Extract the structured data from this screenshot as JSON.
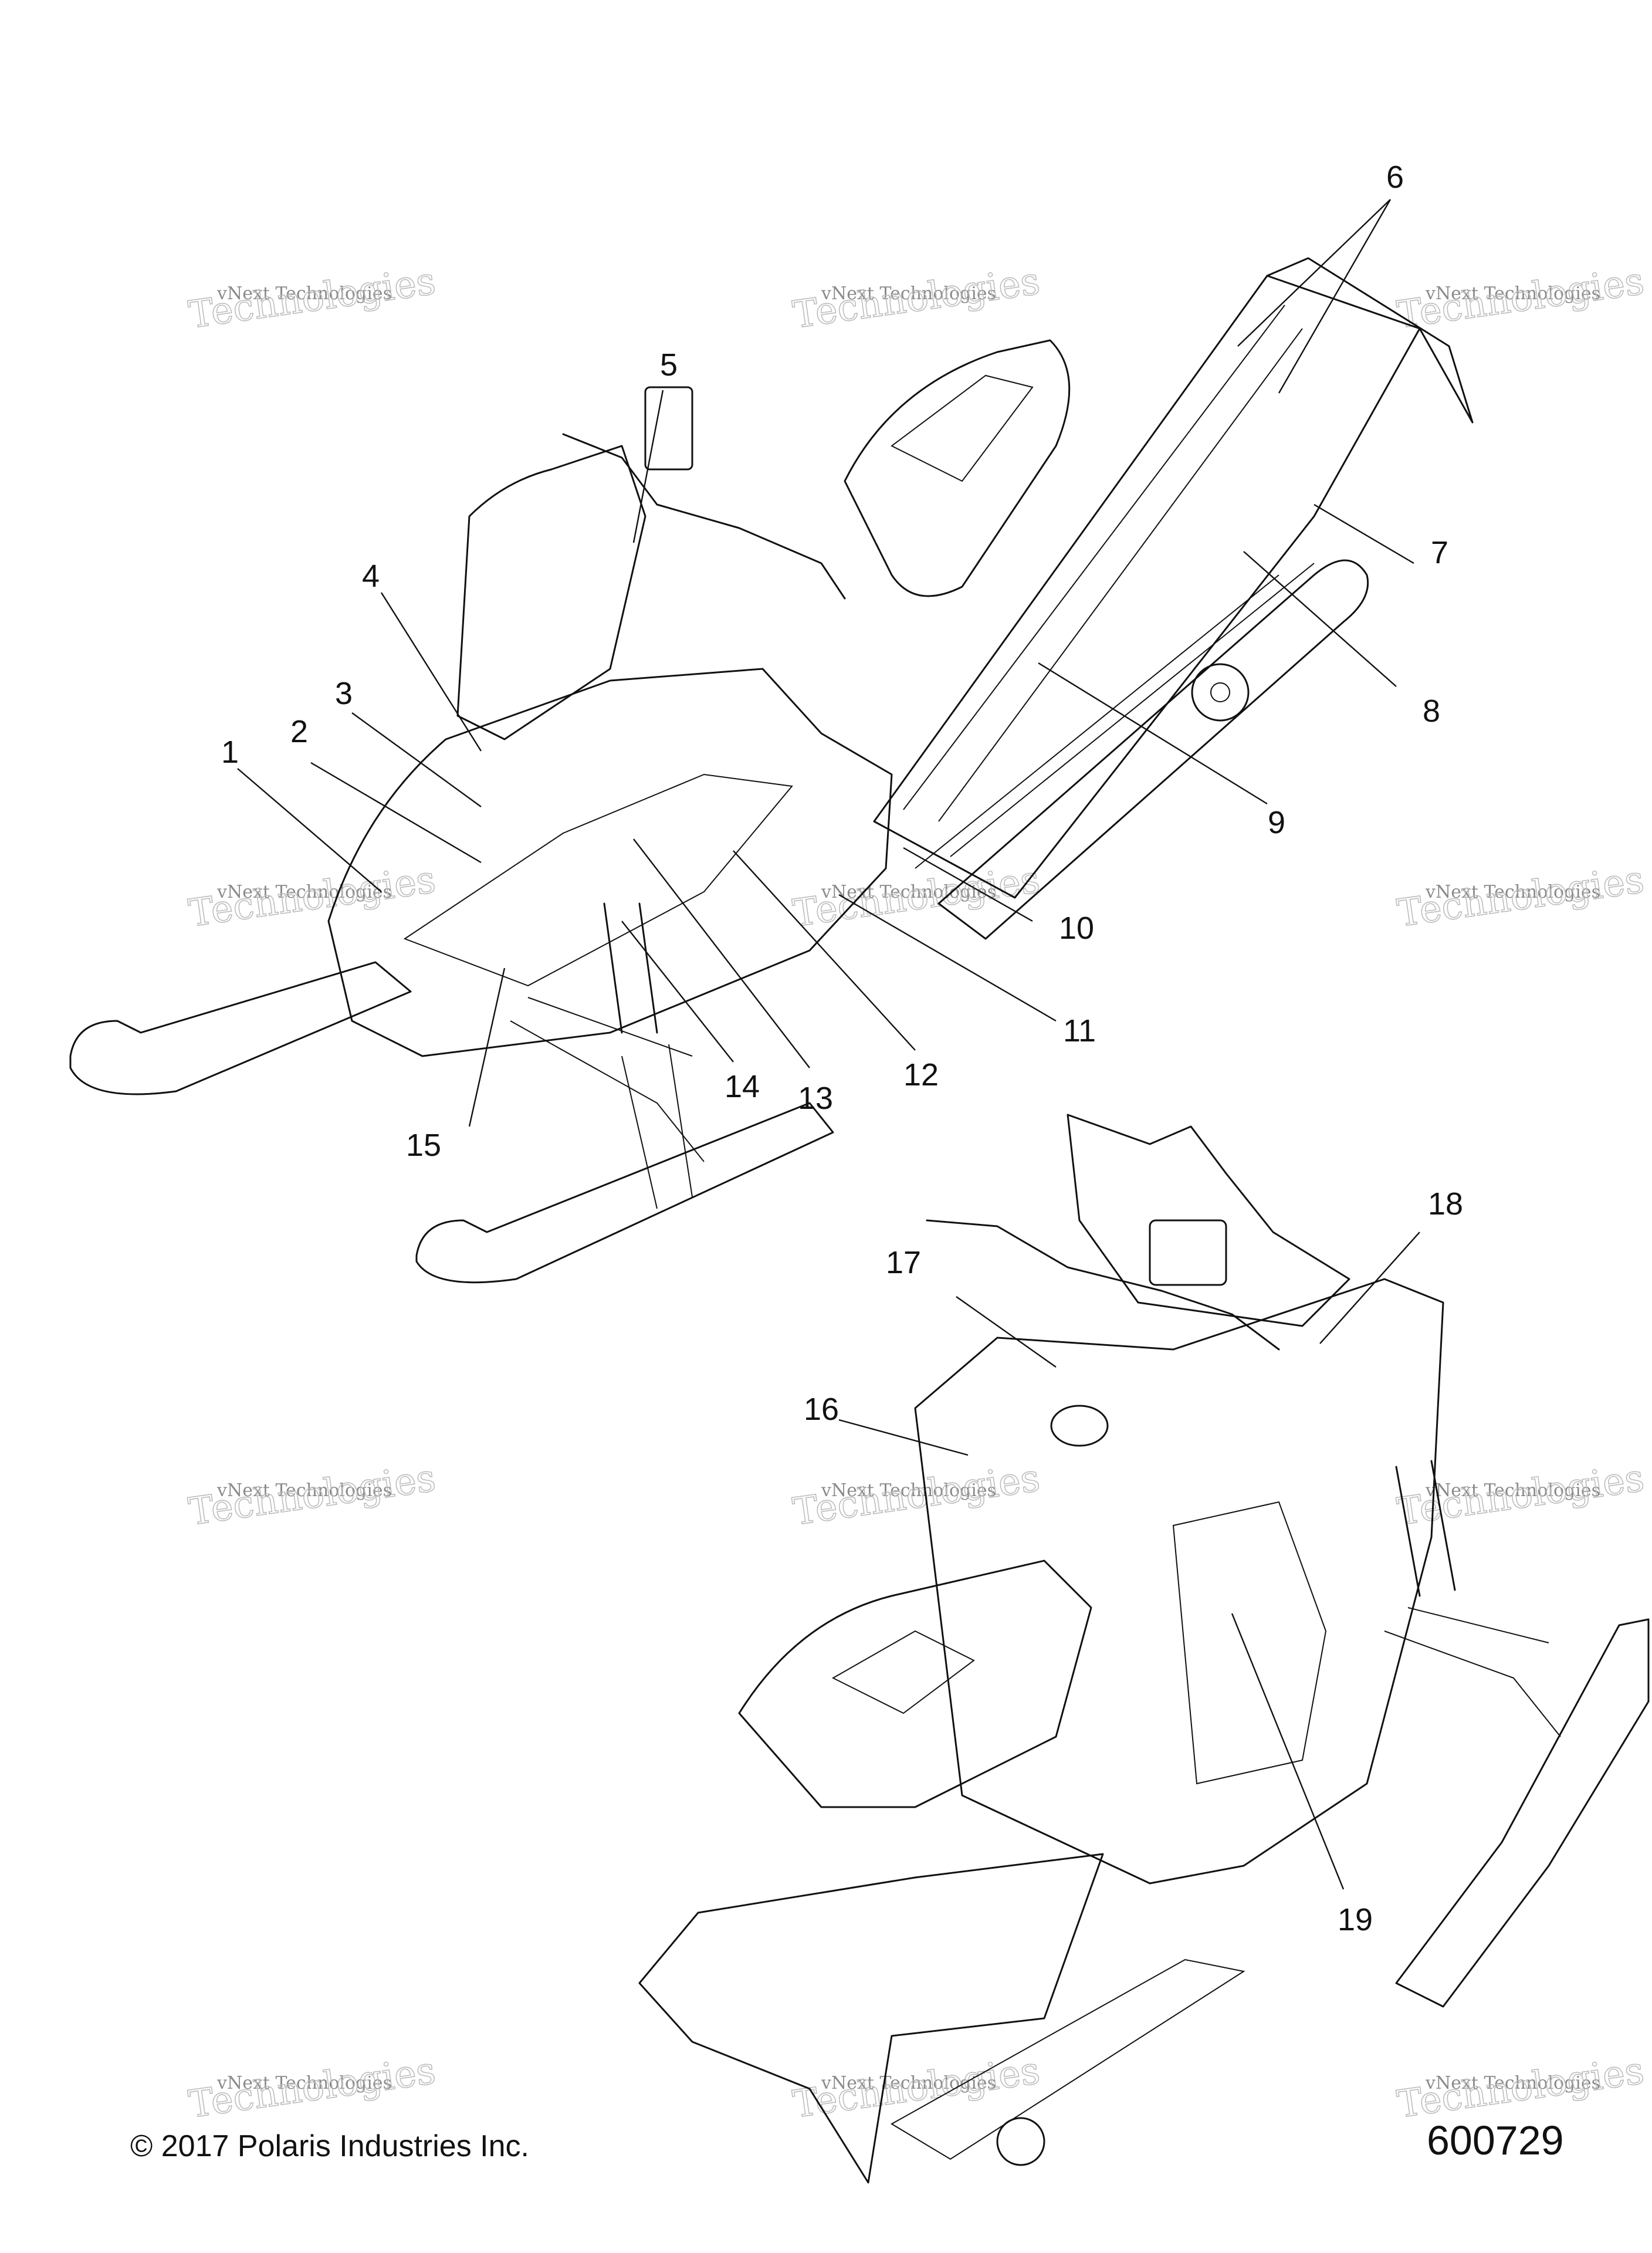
{
  "footer": {
    "copyright": "© 2017 Polaris Industries Inc.",
    "figure_id": "600729"
  },
  "watermark": {
    "line1": "vNext Technologies",
    "line2": "Technologies"
  },
  "callouts": [
    "1",
    "2",
    "3",
    "4",
    "5",
    "6",
    "7",
    "8",
    "9",
    "10",
    "11",
    "12",
    "13",
    "14",
    "15",
    "16",
    "17",
    "18",
    "19"
  ]
}
